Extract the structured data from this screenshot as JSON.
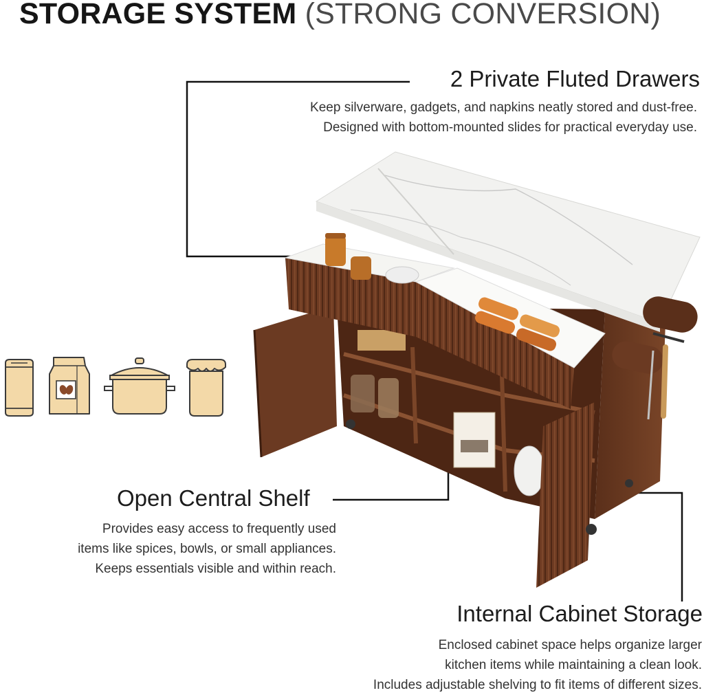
{
  "title": {
    "bold": "STORAGE SYSTEM",
    "light": "(STRONG CONVERSION)"
  },
  "features": {
    "drawers": {
      "heading": "2 Private Fluted Drawers",
      "lines": [
        "Keep silverware, gadgets, and napkins neatly stored and dust-free.",
        "Designed with bottom-mounted slides for practical everyday use."
      ]
    },
    "shelf": {
      "heading": "Open Central Shelf",
      "lines": [
        "Provides easy access to frequently used",
        "items like spices, bowls, or small appliances.",
        "Keeps essentials visible and within reach."
      ]
    },
    "cabinet": {
      "heading": "Internal Cabinet Storage",
      "lines": [
        "Enclosed cabinet space helps organize larger",
        "kitchen items while maintaining a clean look.",
        "Includes adjustable shelving to fit items of different sizes."
      ]
    }
  },
  "icons": [
    "can-icon",
    "coffee-bag-icon",
    "pot-icon",
    "jar-icon"
  ],
  "colors": {
    "wood": "#6b3a22",
    "wood_dark": "#4d2614",
    "marble": "#f2f2f0",
    "icon_fill": "#f3d9a8",
    "icon_stroke": "#3a3a3a",
    "leader": "#111111"
  }
}
